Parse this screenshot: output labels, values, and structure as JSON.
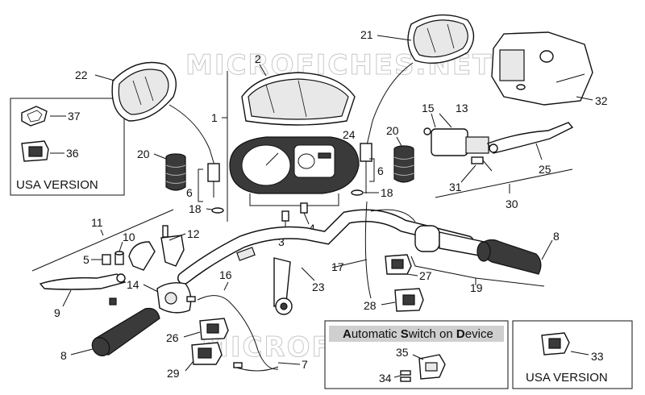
{
  "watermark": "MICROFICHES.NET",
  "callouts": {
    "c1": "1",
    "c2": "2",
    "c3": "3",
    "c4": "4",
    "c5": "5",
    "c6a": "6",
    "c6b": "6",
    "c7": "7",
    "c8a": "8",
    "c8b": "8",
    "c9": "9",
    "c10": "10",
    "c11": "11",
    "c12": "12",
    "c13": "13",
    "c14": "14",
    "c15": "15",
    "c16": "16",
    "c17": "17",
    "c18a": "18",
    "c18b": "18",
    "c19": "19",
    "c20a": "20",
    "c20b": "20",
    "c21": "21",
    "c22": "22",
    "c23": "23",
    "c24": "24",
    "c25": "25",
    "c26": "26",
    "c27": "27",
    "c28": "28",
    "c29": "29",
    "c30": "30",
    "c31": "31",
    "c32": "32",
    "c33": "33",
    "c34": "34",
    "c35": "35",
    "c36": "36",
    "c37": "37"
  },
  "boxes": {
    "usa_left": "USA VERSION",
    "usa_right": "USA VERSION",
    "asd_title_parts": [
      "A",
      "utomatic ",
      "S",
      "witch on ",
      "D",
      "evice"
    ]
  }
}
